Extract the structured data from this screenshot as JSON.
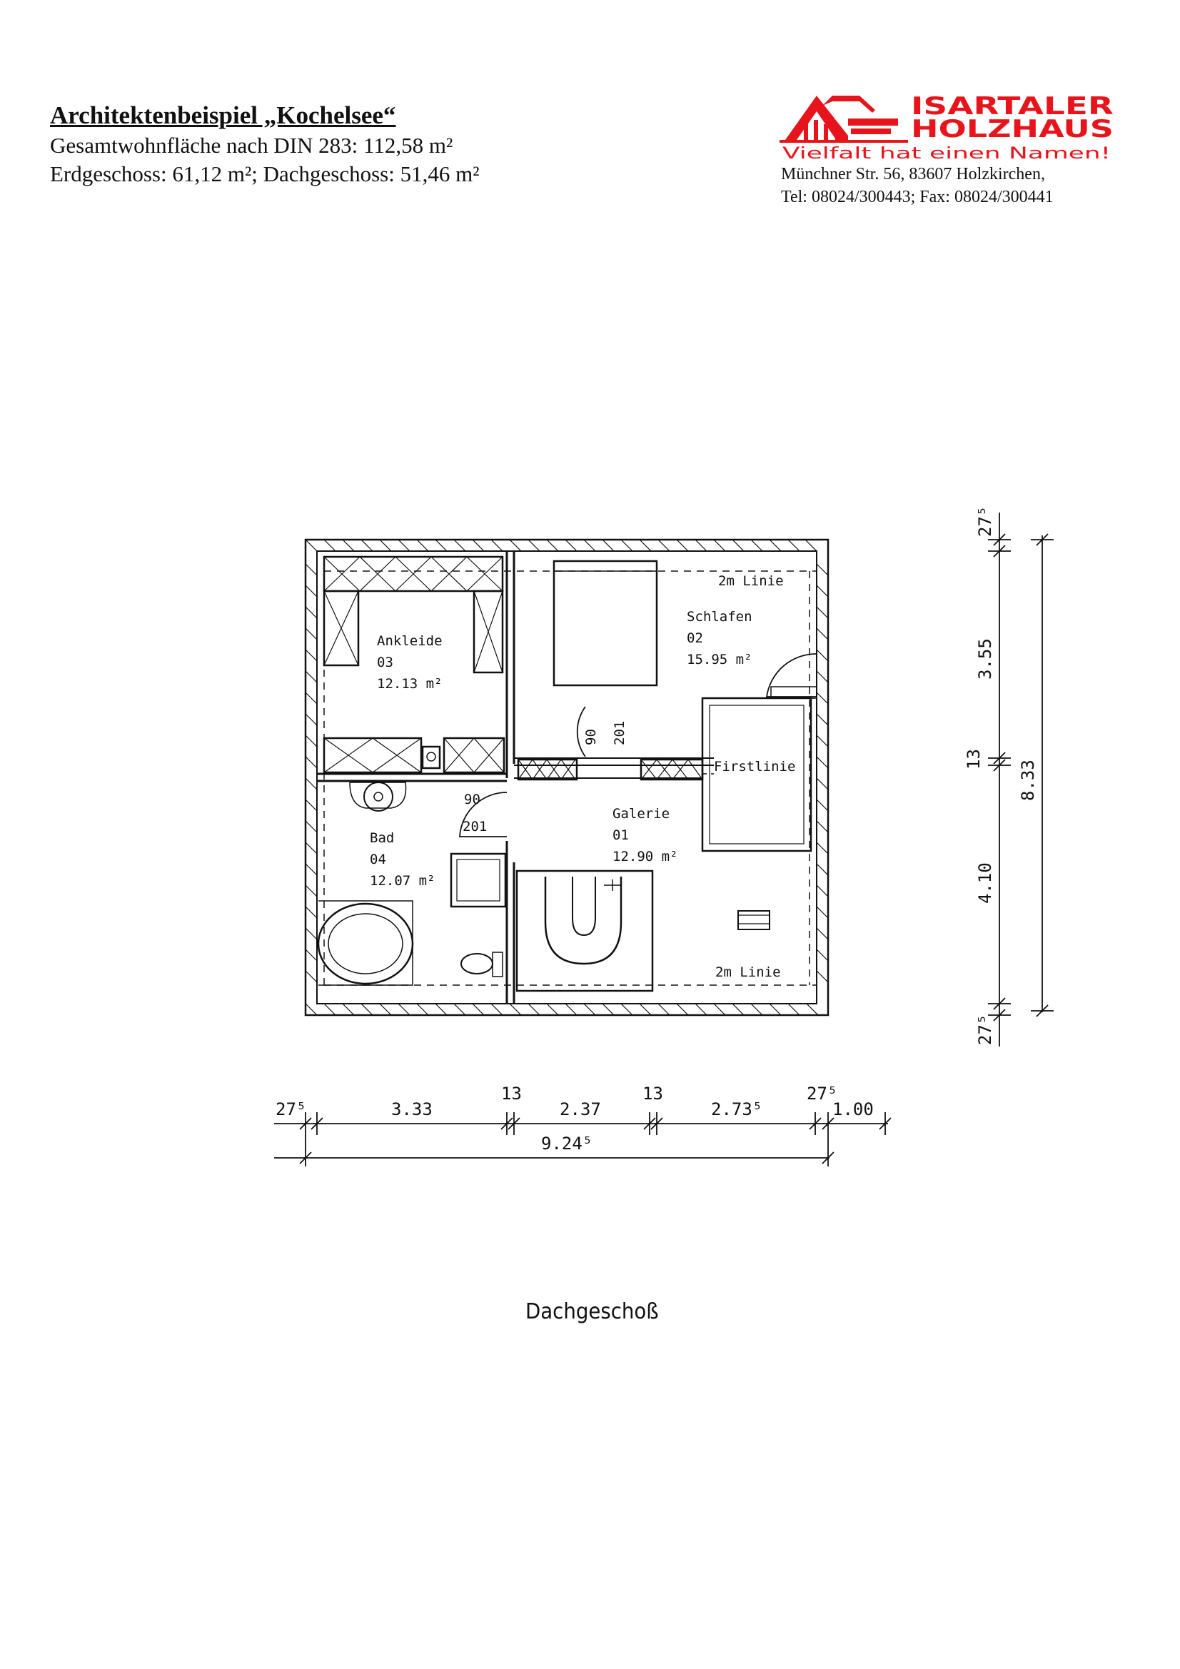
{
  "header": {
    "title": "Architektenbeispiel „Kochelsee“",
    "line1": "Gesamtwohnfläche nach DIN 283:  112,58 m²",
    "line2": "Erdgeschoss: 61,12 m²; Dachgeschoss: 51,46 m²"
  },
  "brand": {
    "name_top": "ISARTALER",
    "name_bottom": "HOLZHAUS",
    "slogan": "Vielfalt hat einen Namen!",
    "address": "Münchner Str. 56, 83607 Holzkirchen,",
    "contact": "Tel: 08024/300443; Fax: 08024/300441",
    "color": "#e8141b"
  },
  "plan": {
    "rooms": {
      "ankleide": {
        "name": "Ankleide",
        "number": "03",
        "area": "12.13 m²"
      },
      "schlafen": {
        "name": "Schlafen",
        "number": "02",
        "area": "15.95 m²"
      },
      "galerie": {
        "name": "Galerie",
        "number": "01",
        "area": "12.90 m²"
      },
      "bad": {
        "name": "Bad",
        "number": "04",
        "area": "12.07 m²"
      }
    },
    "labels": {
      "two_m_top": "2m Linie",
      "two_m_bottom": "2m Linie",
      "firstlinie": "Firstlinie",
      "door_upper_w": "90",
      "door_upper_h": "201",
      "door_lower_w": "90",
      "door_lower_h": "201"
    },
    "dims_bottom": {
      "d1": "27⁵",
      "d2": "3.33",
      "d3": "13",
      "d4": "2.37",
      "d5": "13",
      "d6": "2.73⁵",
      "d7": "27⁵",
      "d8": "1.00",
      "total": "9.24⁵"
    },
    "dims_right": {
      "r1": "27⁵",
      "r2": "3.55",
      "r3": "13",
      "r4": "4.10",
      "r5": "27⁵",
      "total": "8.33"
    }
  },
  "caption": "Dachgeschoß"
}
